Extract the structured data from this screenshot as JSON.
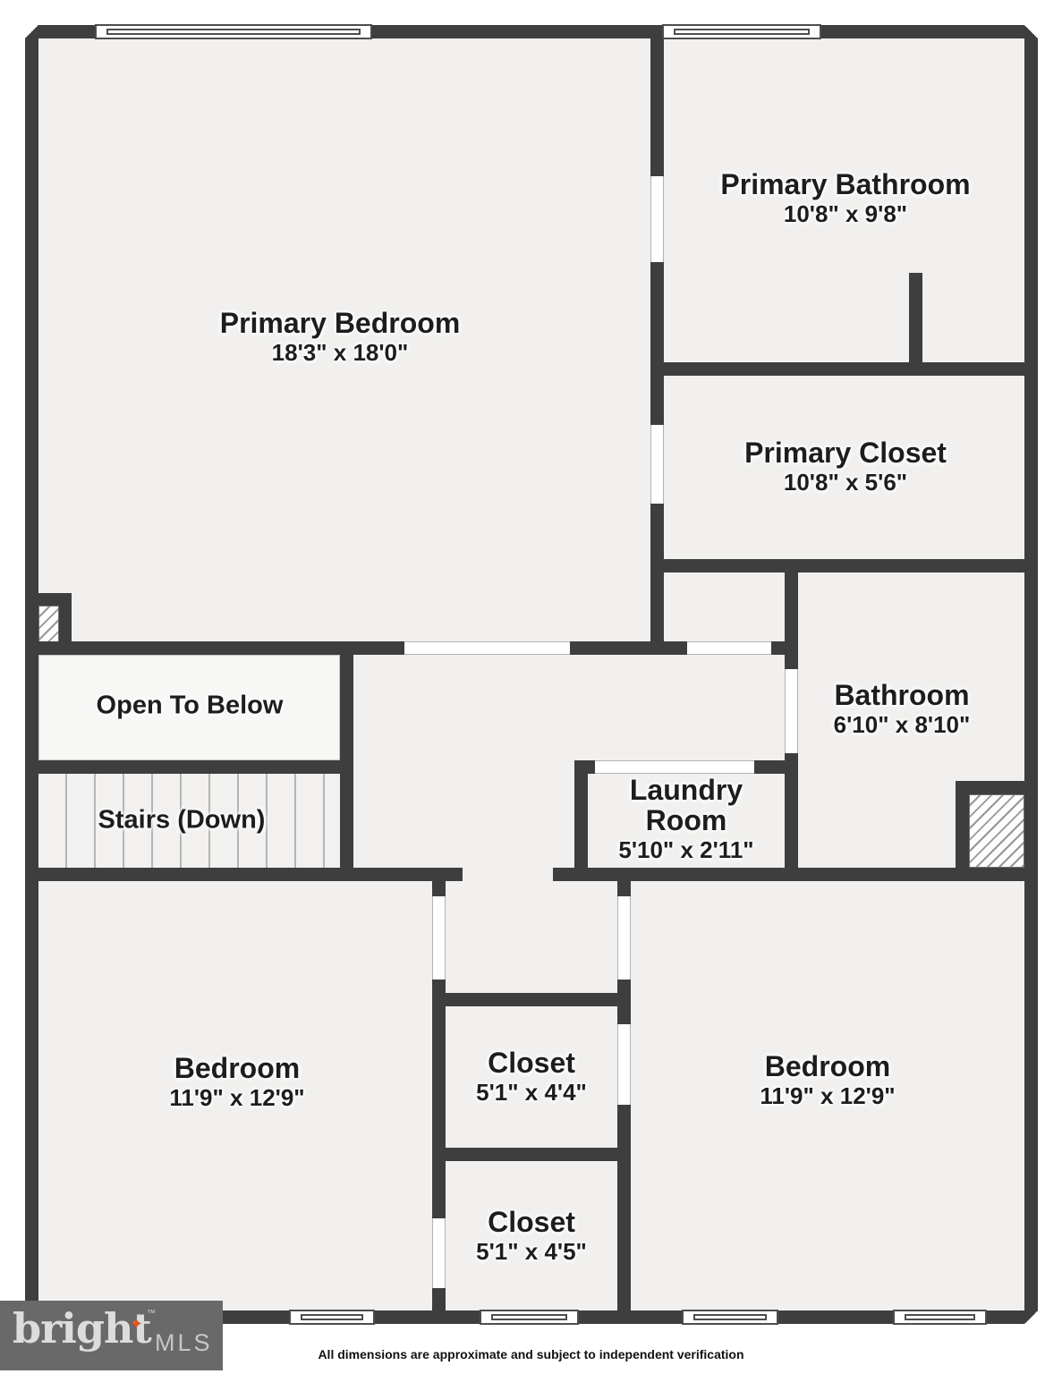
{
  "rooms": {
    "primary_bedroom": {
      "name": "Primary Bedroom",
      "dims": "18'3\" x 18'0\""
    },
    "primary_bathroom": {
      "name": "Primary Bathroom",
      "dims": "10'8\" x 9'8\""
    },
    "primary_closet": {
      "name": "Primary Closet",
      "dims": "10'8\" x 5'6\""
    },
    "bathroom": {
      "name": "Bathroom",
      "dims": "6'10\" x 8'10\""
    },
    "laundry_room": {
      "name_line1": "Laundry",
      "name_line2": "Room",
      "dims": "5'10\" x 2'11\""
    },
    "open_to_below": {
      "name": "Open To Below"
    },
    "stairs": {
      "name": "Stairs (Down)"
    },
    "bedroom_left": {
      "name": "Bedroom",
      "dims": "11'9\" x 12'9\""
    },
    "bedroom_right": {
      "name": "Bedroom",
      "dims": "11'9\" x 12'9\""
    },
    "closet_upper": {
      "name": "Closet",
      "dims": "5'1\" x 4'4\""
    },
    "closet_lower": {
      "name": "Closet",
      "dims": "5'1\" x 4'5\""
    }
  },
  "footer": {
    "disclaimer": "All dimensions are approximate and subject to independent verification"
  },
  "logo": {
    "brand": "bright",
    "tm": "™",
    "star": "✦",
    "suffix": "MLS"
  },
  "colors": {
    "wall": "#3e3e3e",
    "floor": "#f1f0ef",
    "door_gap": "#ffffff",
    "logo_bg": "#696969",
    "logo_star": "#e8551c"
  }
}
